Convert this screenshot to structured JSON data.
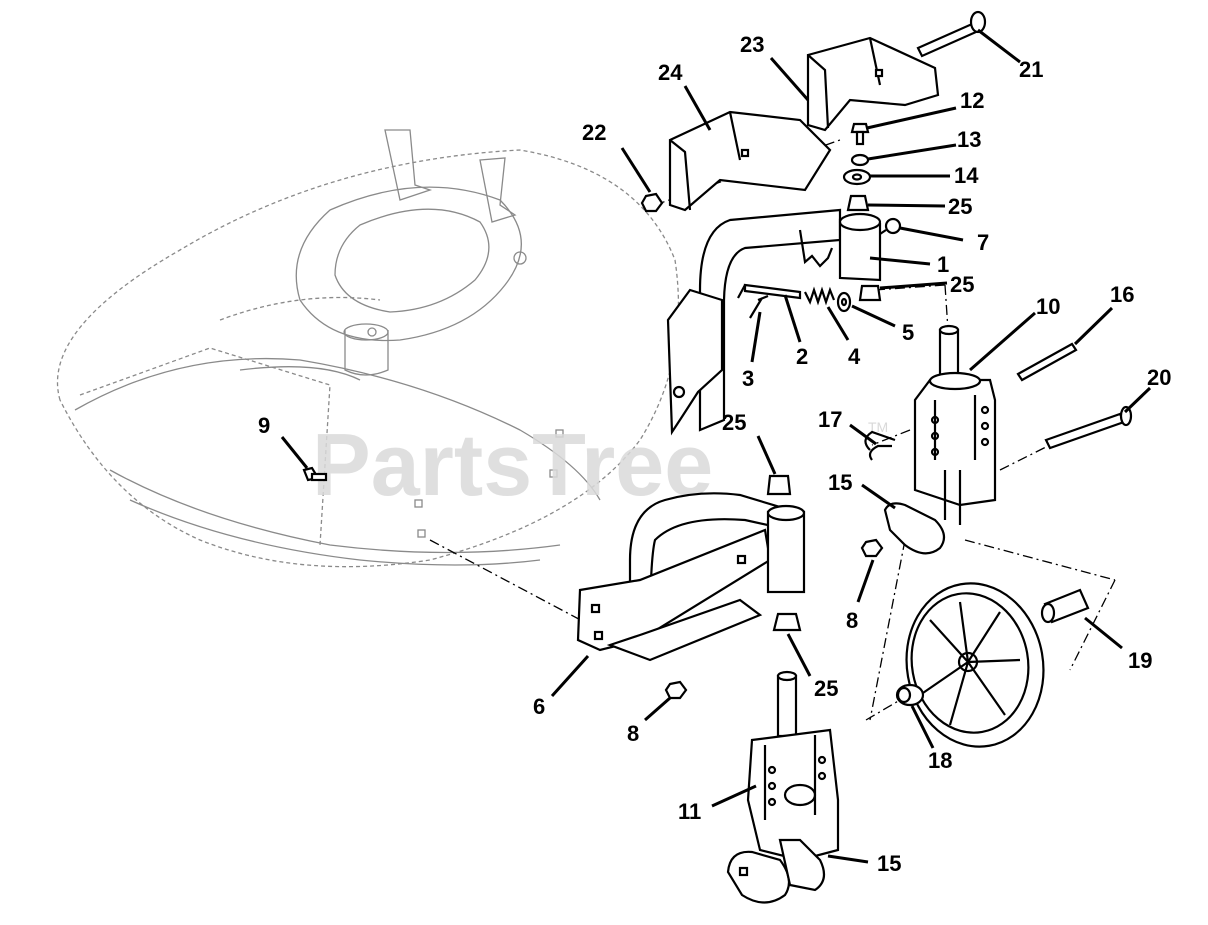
{
  "watermark": {
    "text": "PartsTree",
    "tm": "TM"
  },
  "callouts": {
    "c1": "1",
    "c2": "2",
    "c3": "3",
    "c4": "4",
    "c5": "5",
    "c6": "6",
    "c7": "7",
    "c8a": "8",
    "c8b": "8",
    "c9": "9",
    "c10": "10",
    "c11": "11",
    "c12": "12",
    "c13": "13",
    "c14": "14",
    "c15a": "15",
    "c15b": "15",
    "c16": "16",
    "c17": "17",
    "c18": "18",
    "c19": "19",
    "c20": "20",
    "c21": "21",
    "c22": "22",
    "c23": "23",
    "c24": "24",
    "c25a": "25",
    "c25b": "25",
    "c25c": "25",
    "c25d": "25"
  }
}
